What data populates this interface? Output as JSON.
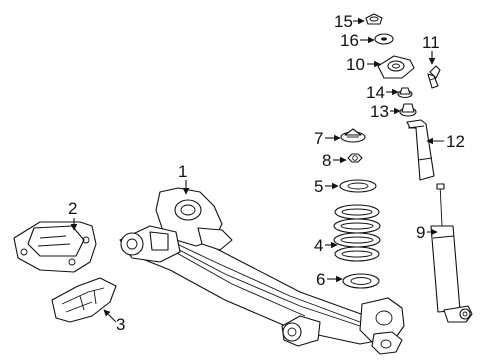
{
  "diagram": {
    "callouts": [
      {
        "id": "1",
        "label": "1"
      },
      {
        "id": "2",
        "label": "2"
      },
      {
        "id": "3",
        "label": "3"
      },
      {
        "id": "4",
        "label": "4"
      },
      {
        "id": "5",
        "label": "5"
      },
      {
        "id": "6",
        "label": "6"
      },
      {
        "id": "7",
        "label": "7"
      },
      {
        "id": "8",
        "label": "8"
      },
      {
        "id": "9",
        "label": "9"
      },
      {
        "id": "10",
        "label": "10"
      },
      {
        "id": "11",
        "label": "11"
      },
      {
        "id": "12",
        "label": "12"
      },
      {
        "id": "13",
        "label": "13"
      },
      {
        "id": "14",
        "label": "14"
      },
      {
        "id": "15",
        "label": "15"
      },
      {
        "id": "16",
        "label": "16"
      }
    ],
    "colors": {
      "line": "#111111",
      "background": "#ffffff"
    }
  }
}
